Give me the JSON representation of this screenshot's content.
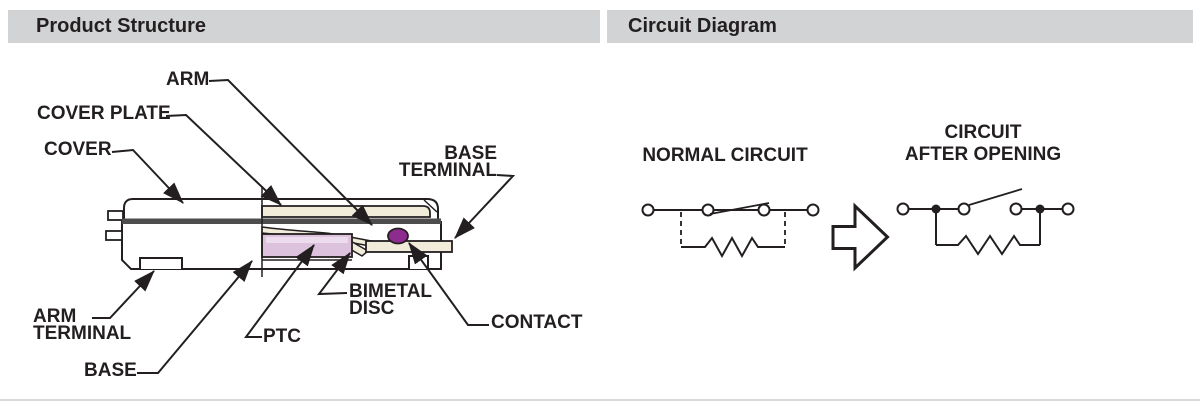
{
  "headers": {
    "left": "Product Structure",
    "right": "Circuit Diagram"
  },
  "product_structure": {
    "labels": {
      "arm": "ARM",
      "cover_plate": "COVER PLATE",
      "cover": "COVER",
      "base_terminal": [
        "BASE",
        "TERMINAL"
      ],
      "arm_terminal": [
        "ARM",
        "TERMINAL"
      ],
      "base": "BASE",
      "ptc": "PTC",
      "bimetal_disc": [
        "BIMETAL",
        "DISC"
      ],
      "contact": "CONTACT"
    }
  },
  "circuit_diagram": {
    "normal": {
      "label": "NORMAL CIRCUIT"
    },
    "after": {
      "label": [
        "CIRCUIT",
        "AFTER OPENING"
      ]
    }
  },
  "colors": {
    "header_bg": "#d1d3d4",
    "outline": "#231f20",
    "cover_plate_bar": "#4d4d4d",
    "metal_cream": "#f1ebd9",
    "ptc_fill": "#dcc2dd",
    "ptc_highlight": "#ecdcee",
    "contact_fill": "#8e2b8e",
    "divider": "#d9d9d9"
  }
}
